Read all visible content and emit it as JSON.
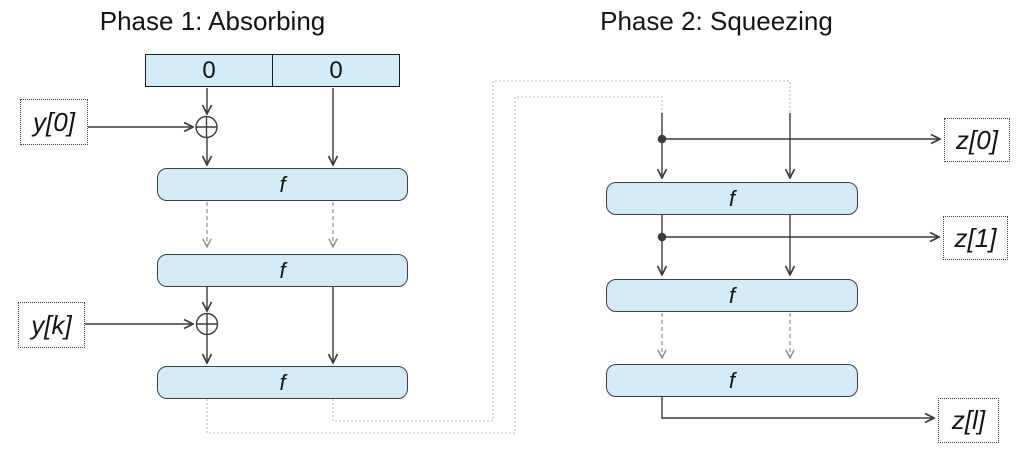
{
  "colors": {
    "box-fill": "#d3ebf7",
    "box-border": "#3f3f3f",
    "state-border": "#1a1a1a",
    "line": "#3c3c3c",
    "repeat-line": "#949494",
    "loop-line": "#c9c9c9",
    "label-border": "#3f3f3f",
    "text": "#141414"
  },
  "phase1": {
    "title": "Phase 1: Absorbing",
    "state_cells": [
      "0",
      "0"
    ],
    "f_boxes": [
      "f",
      "f",
      "f"
    ],
    "inputs": [
      {
        "label": "y[0]"
      },
      {
        "label": "y[k]"
      }
    ]
  },
  "phase2": {
    "title": "Phase 2: Squeezing",
    "f_boxes": [
      "f",
      "f",
      "f"
    ],
    "outputs": [
      {
        "label": "z[0]"
      },
      {
        "label": "z[1]"
      },
      {
        "label": "z[l]"
      }
    ]
  },
  "symbols": {
    "xor": "⊕"
  }
}
